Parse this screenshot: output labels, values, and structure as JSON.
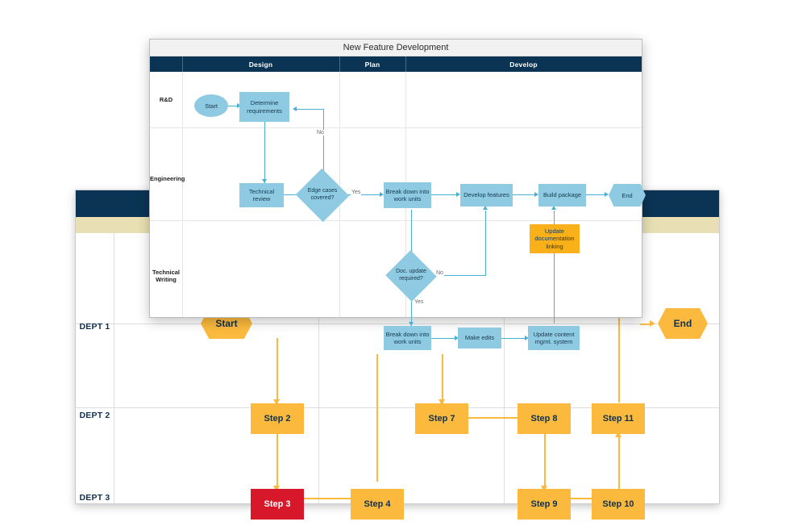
{
  "colors": {
    "header_navy": "#0b3454",
    "subheader_cream": "#e8e0b4",
    "node_blue": "#8ecbe3",
    "connector_blue": "#49b0d5",
    "node_orange": "#fbba3e",
    "accent_orange": "#fab119",
    "danger_red": "#d7182a",
    "label_navy": "#10304f"
  },
  "back_diagram": {
    "name": "generic-swimlane-template",
    "lanes": [
      {
        "label": "DEPT 1"
      },
      {
        "label": "DEPT 2"
      },
      {
        "label": "DEPT 3"
      }
    ],
    "nodes": [
      {
        "id": "start",
        "label": "Start",
        "shape": "hexagon",
        "lane": "DEPT 1",
        "color": "#fbba3e"
      },
      {
        "id": "step2",
        "label": "Step 2",
        "shape": "rect",
        "lane": "DEPT 2",
        "color": "#fbba3e"
      },
      {
        "id": "step3",
        "label": "Step 3",
        "shape": "rect",
        "lane": "DEPT 3",
        "color": "#d7182a"
      },
      {
        "id": "step4",
        "label": "Step 4",
        "shape": "rect",
        "lane": "DEPT 3",
        "color": "#fbba3e"
      },
      {
        "id": "step7",
        "label": "Step 7",
        "shape": "rect",
        "lane": "DEPT 2",
        "color": "#fbba3e"
      },
      {
        "id": "step8",
        "label": "Step 8",
        "shape": "rect",
        "lane": "DEPT 2",
        "color": "#fbba3e"
      },
      {
        "id": "step9",
        "label": "Step 9",
        "shape": "rect",
        "lane": "DEPT 3",
        "color": "#fbba3e"
      },
      {
        "id": "step10",
        "label": "Step 10",
        "shape": "rect",
        "lane": "DEPT 3",
        "color": "#fbba3e"
      },
      {
        "id": "step11",
        "label": "Step 11",
        "shape": "rect",
        "lane": "DEPT 2",
        "color": "#fbba3e"
      },
      {
        "id": "end",
        "label": "End",
        "shape": "hexagon",
        "lane": "DEPT 1",
        "color": "#fbba3e"
      }
    ]
  },
  "front_diagram": {
    "title": "New Feature Development",
    "columns": [
      {
        "label": ""
      },
      {
        "label": "Design"
      },
      {
        "label": "Plan"
      },
      {
        "label": "Develop"
      }
    ],
    "lanes": [
      {
        "label": "R&D"
      },
      {
        "label": "Engineering"
      },
      {
        "label": "Technical Writing",
        "line1": "Technical",
        "line2": "Writing"
      }
    ],
    "nodes": [
      {
        "id": "start",
        "label": "Start",
        "shape": "ellipse",
        "lane": "R&D",
        "column": "Design"
      },
      {
        "id": "determine",
        "label": "Determine requirements",
        "line1": "Determine",
        "line2": "requirements",
        "shape": "rect",
        "lane": "R&D",
        "column": "Design"
      },
      {
        "id": "techrev",
        "label": "Technical review",
        "line1": "Technical",
        "line2": "review",
        "shape": "rect",
        "lane": "Engineering",
        "column": "Design"
      },
      {
        "id": "edge",
        "label": "Edge cases covered?",
        "line1": "Edge cases",
        "line2": "covered?",
        "shape": "diamond",
        "lane": "Engineering",
        "column": "Design"
      },
      {
        "id": "breakeng",
        "label": "Break down into work units",
        "line1": "Break down into",
        "line2": "work units",
        "shape": "rect",
        "lane": "Engineering",
        "column": "Plan"
      },
      {
        "id": "devfeat",
        "label": "Develop features",
        "shape": "rect",
        "lane": "Engineering",
        "column": "Develop"
      },
      {
        "id": "buildpkg",
        "label": "Build package",
        "shape": "rect",
        "lane": "Engineering",
        "column": "Develop"
      },
      {
        "id": "end",
        "label": "End",
        "shape": "hexagon",
        "lane": "Engineering",
        "column": "Develop"
      },
      {
        "id": "updatedoc",
        "label": "Update documentation linking",
        "line1": "Update",
        "line2": "documentation",
        "line3": "linking",
        "shape": "rect",
        "lane": "Engineering",
        "column": "Develop",
        "color": "#fab119"
      },
      {
        "id": "docreq",
        "label": "Doc. update required?",
        "line1": "Doc. update",
        "line2": "required?",
        "shape": "diamond",
        "lane": "Technical Writing",
        "column": "Plan"
      },
      {
        "id": "breaktw",
        "label": "Break down into work units",
        "line1": "Break down into",
        "line2": "work units",
        "shape": "rect",
        "lane": "Technical Writing",
        "column": "Plan"
      },
      {
        "id": "edits",
        "label": "Make edits",
        "shape": "rect",
        "lane": "Technical Writing",
        "column": "Develop"
      },
      {
        "id": "updatecms",
        "label": "Update content mgmt. system",
        "line1": "Update content",
        "line2": "mgmt. system",
        "shape": "rect",
        "lane": "Technical Writing",
        "column": "Develop"
      }
    ],
    "edge_labels": {
      "no_edge_cases": "No",
      "yes_edge_cases": "Yes",
      "no_doc": "No",
      "yes_doc": "Yes"
    }
  }
}
